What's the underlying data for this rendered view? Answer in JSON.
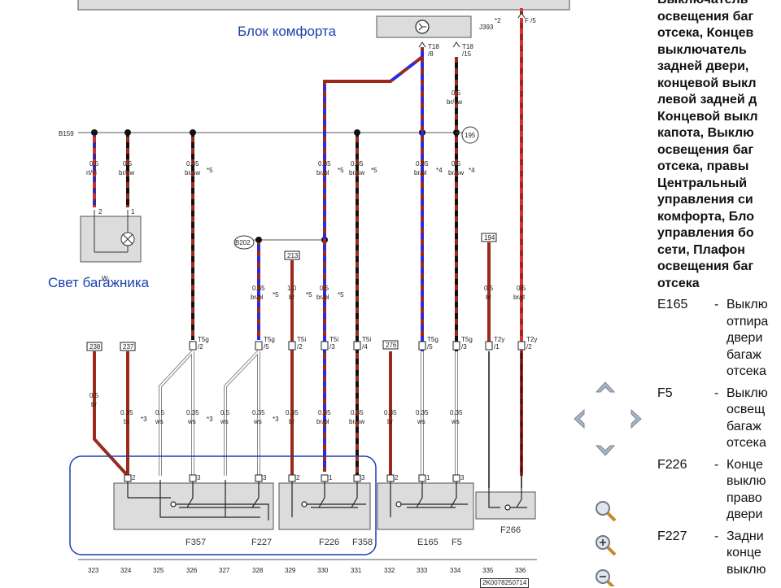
{
  "header": {
    "control_unit_label": "J393",
    "control_unit_note": "*2",
    "top_right_wire_label": "F /5"
  },
  "annotations": {
    "comfort_block": "Блок комфорта",
    "trunk_light": "Свет багажника"
  },
  "connectors": {
    "t18_8": [
      "T18",
      "/8"
    ],
    "t18_15": [
      "T18",
      "/15"
    ],
    "t5g_2": [
      "T5g",
      "/2"
    ],
    "t5g_5a": [
      "T5g",
      "/5"
    ],
    "t5i_2": [
      "T5i",
      "/2"
    ],
    "t5i_3": [
      "T5i",
      "/3"
    ],
    "t5i_4": [
      "T5i",
      "/4"
    ],
    "t5g_5b": [
      "T5g",
      "/5"
    ],
    "t5g_3": [
      "T5g",
      "/3"
    ],
    "t2y_1": [
      "T2y",
      "/1"
    ],
    "t2y_2": [
      "T2y",
      "/2"
    ]
  },
  "grounds": {
    "b159": "B159",
    "b202": "B202",
    "p195": "195"
  },
  "ref_boxes": {
    "r213": "213",
    "r194": "194",
    "r238": "238",
    "r237": "237",
    "r276": "276"
  },
  "wires": [
    {
      "gauge": "0.5",
      "color": "br/sw"
    },
    {
      "gauge": "0.5",
      "color": "rt/vi"
    },
    {
      "gauge": "0.5",
      "color": "br/sw"
    },
    {
      "gauge": "0.35",
      "color": "br/sw",
      "note": "*5"
    },
    {
      "gauge": "0.35",
      "color": "br/bl",
      "note": "*5"
    },
    {
      "gauge": "0.35",
      "color": "br/sw",
      "note": "*5"
    },
    {
      "gauge": "0.35",
      "color": "br/bl",
      "note": "*4"
    },
    {
      "gauge": "0.5",
      "color": "br/sw",
      "note": "*4"
    },
    {
      "gauge": "0.35",
      "color": "br/bl",
      "note": "*5"
    },
    {
      "gauge": "1.0",
      "color": "br",
      "note": "*5"
    },
    {
      "gauge": "0.5",
      "color": "br/bl",
      "note": "*5"
    },
    {
      "gauge": "0.5",
      "color": "br"
    },
    {
      "gauge": "0.5",
      "color": "br/rt"
    },
    {
      "gauge": "0.5",
      "color": "br"
    },
    {
      "gauge": "0.35",
      "color": "br",
      "note": "*3"
    },
    {
      "gauge": "0.5",
      "color": "ws"
    },
    {
      "gauge": "0.35",
      "color": "ws",
      "note": "*3"
    },
    {
      "gauge": "0.5",
      "color": "ws"
    },
    {
      "gauge": "0.35",
      "color": "ws",
      "note": "*3"
    },
    {
      "gauge": "0.35",
      "color": "br"
    },
    {
      "gauge": "0.35",
      "color": "br/bl"
    },
    {
      "gauge": "0.35",
      "color": "br/sw"
    },
    {
      "gauge": "0.35",
      "color": "br"
    },
    {
      "gauge": "0.35",
      "color": "ws"
    },
    {
      "gauge": "0.35",
      "color": "ws"
    }
  ],
  "pins": {
    "lamp_2": "2",
    "lamp_1": "1",
    "p1": "2",
    "p2": "3",
    "p3": "3",
    "p4": "1",
    "p5": "2",
    "p6": "1",
    "p7": "3",
    "p8": "2",
    "p9": "1",
    "p10": "3"
  },
  "components": {
    "lamp": "W₁",
    "f357": "F357",
    "f227": "F227",
    "f226": "F226",
    "f358": "F358",
    "e165": "E165",
    "f5": "F5",
    "f266": "F266"
  },
  "columns": [
    "323",
    "324",
    "325",
    "326",
    "327",
    "328",
    "329",
    "330",
    "331",
    "332",
    "333",
    "334",
    "335",
    "336"
  ],
  "doc_number": "2K0078250714",
  "legend": {
    "title_lines": [
      "Выключатель",
      "освещения баг",
      "отсека, Концев",
      "выключатель",
      "задней двери,",
      "концевой выкл",
      "левой задней д",
      "Концевой выкл",
      "капота, Выклю",
      "освещения баг",
      "отсека, правы",
      "Центральный",
      "управления си",
      "комфорта, Бло",
      "управления бо",
      "сети, Плафон",
      "освещения баг",
      "отсека"
    ],
    "entries": [
      {
        "code": "E165",
        "dash": "-",
        "text": "Выклю\nотпира\nдвери\nбагаж\nотсека"
      },
      {
        "code": "F5",
        "dash": "-",
        "text": "Выклю\nосвещ\nбагаж\nотсека"
      },
      {
        "code": "F226",
        "dash": "-",
        "text": "Конце\nвыклю\nправо\nдвери"
      },
      {
        "code": "F227",
        "dash": "-",
        "text": "Задни\nконце\nвыклю"
      }
    ]
  },
  "nav": [
    "arrow-up",
    "arrow-left",
    "arrow-right",
    "arrow-down",
    "zoom-fit",
    "zoom-in",
    "zoom-out"
  ],
  "colors": {
    "brown": "#9b2a1c",
    "blue": "#2a2ae6",
    "black": "#111111",
    "panel": "#dcdcdc",
    "highlight": "#1c3fb0"
  }
}
